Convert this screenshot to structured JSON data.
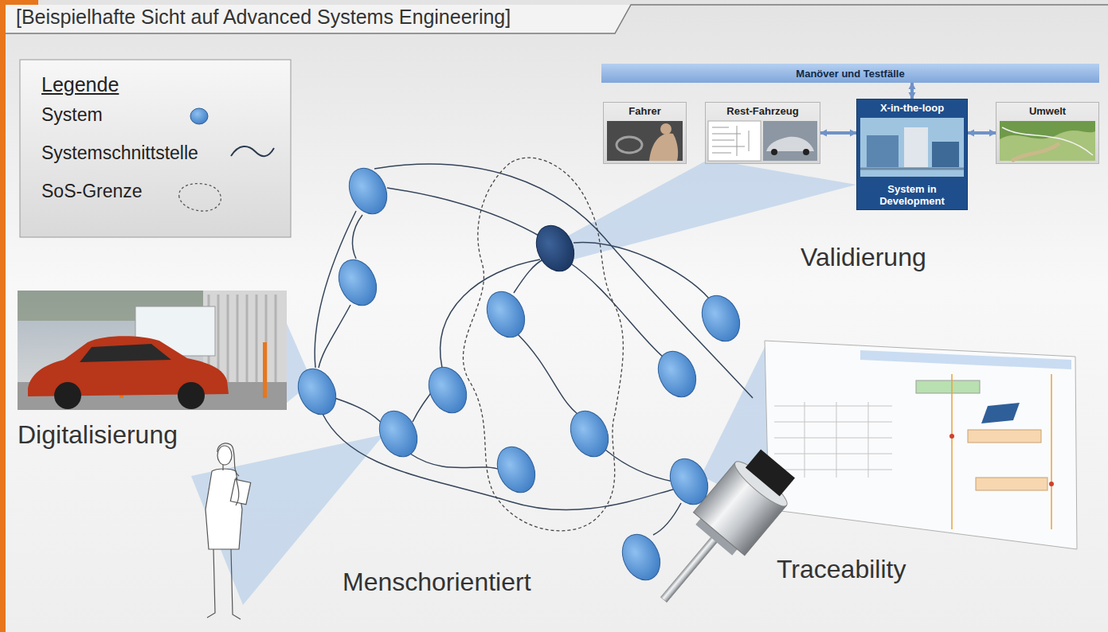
{
  "diagram": {
    "title": "[Beispielhafte Sicht auf Advanced Systems Engineering]",
    "nodes": [
      {
        "text": [
          "Manöver und Testfälle"
        ]
      },
      {
        "text": [
          "Fahrer"
        ]
      },
      {
        "text": [
          "Rest-Fahrzeug"
        ]
      },
      {
        "text": [
          "X-in-the-loop",
          "System in Development"
        ]
      },
      {
        "text": [
          "Umwelt"
        ]
      }
    ],
    "edges": [
      {
        "from": 0,
        "to": 3,
        "arrow": "both"
      },
      {
        "from": 2,
        "to": 3,
        "arrow": "both"
      },
      {
        "from": 3,
        "to": 4,
        "arrow": "both"
      }
    ],
    "labels": [
      "Legende",
      "Validierung",
      "Digitalisierung",
      "Menschorientiert",
      "Traceability"
    ],
    "legend": [
      {
        "text": "System"
      },
      {
        "text": "Systemschnittstelle"
      },
      {
        "text": "SoS-Grenze"
      }
    ]
  }
}
